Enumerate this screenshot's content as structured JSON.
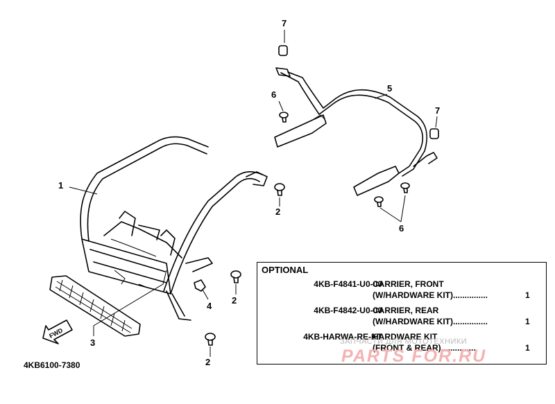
{
  "diagram": {
    "code": "4KB6100-7380",
    "fwd_label": "FWD",
    "callouts": {
      "c1": "1",
      "c2a": "2",
      "c2b": "2",
      "c2c": "2",
      "c3": "3",
      "c4": "4",
      "c5": "5",
      "c6a": "6",
      "c6b": "6",
      "c7a": "7",
      "c7b": "7"
    }
  },
  "optional": {
    "title": "OPTIONAL",
    "rows": [
      {
        "code": "4KB-F4841-U0-00",
        "desc1": "CARRIER, FRONT",
        "desc2": "(W/HARDWARE KIT)...............",
        "qty": "1"
      },
      {
        "code": "4KB-F4842-U0-00",
        "desc1": "CARRIER, REAR",
        "desc2": "(W/HARDWARE KIT)...............",
        "qty": "1"
      },
      {
        "code": "4KB-HARWA-RE-KT",
        "desc1": "HARDWARE KIT",
        "desc2": "(FRONT & REAR)...............",
        "qty": "1"
      }
    ]
  },
  "watermark": {
    "tagline": "ЗАПЧАСТИ ДЛЯ МОТОТЕХНИКИ",
    "logo": "PARTS FOR.RU"
  }
}
